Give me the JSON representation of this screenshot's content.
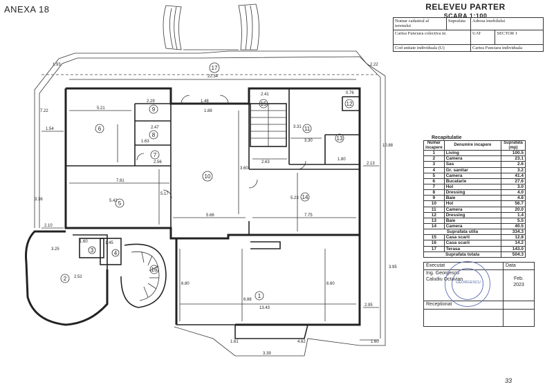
{
  "header": {
    "annex": "ANEXA 18",
    "title": "RELEVEU PARTER",
    "scale": "SCARA 1:100"
  },
  "cadastral_table": {
    "nr_cadastral": "Numar cadastral al terenului",
    "suprafata": "Suprafata",
    "adresa": "Adresa imobilului",
    "carte_funciara_colectiva": "Cartea Funciara colectiva nr.",
    "uat": "UAT",
    "uat_value": "SECTOR 1",
    "cod_unitate": "Cod unitate individuala (U)",
    "carte_funciara_individuala": "Cartea Funciara individuala"
  },
  "recap": {
    "title": "Recapitulatie",
    "headers": [
      "Numar incapere",
      "Denumire incapere",
      "Suprafata (mp)"
    ],
    "rows": [
      {
        "nr": "1",
        "name": "Living",
        "area": "100.5"
      },
      {
        "nr": "2",
        "name": "Camera",
        "area": "23.1"
      },
      {
        "nr": "3",
        "name": "Sas",
        "area": "2.6"
      },
      {
        "nr": "4",
        "name": "Gr. sanitar",
        "area": "3.2"
      },
      {
        "nr": "5",
        "name": "Camera",
        "area": "41.4"
      },
      {
        "nr": "6",
        "name": "Bucatarie",
        "area": "27.6"
      },
      {
        "nr": "7",
        "name": "Hol",
        "area": "3.0"
      },
      {
        "nr": "8",
        "name": "Dressing",
        "area": "4.0"
      },
      {
        "nr": "9",
        "name": "Baie",
        "area": "4.8"
      },
      {
        "nr": "10",
        "name": "Hol",
        "area": "56.7"
      },
      {
        "nr": "11",
        "name": "Camera",
        "area": "20.0"
      },
      {
        "nr": "12",
        "name": "Dressing",
        "area": "1.4"
      },
      {
        "nr": "13",
        "name": "Baie",
        "area": "5.5"
      },
      {
        "nr": "14",
        "name": "Camera",
        "area": "40.5"
      }
    ],
    "totals": [
      {
        "nr": "",
        "name": "Suprafata utila",
        "area": "334.3",
        "span": true
      },
      {
        "nr": "15",
        "name": "Casa scarii",
        "area": "12.8"
      },
      {
        "nr": "16",
        "name": "Casa scarii",
        "area": "14.2"
      },
      {
        "nr": "17",
        "name": "Terasa",
        "area": "143.0"
      },
      {
        "nr": "",
        "name": "Suprafata totala",
        "area": "504.3",
        "span": true
      }
    ]
  },
  "execution": {
    "executat_label": "Executat",
    "data_label": "Data",
    "author_line1": "Ing. Georgescu",
    "author_line2": "Caludiu Octavian",
    "date_line1": "Feb.",
    "date_line2": "2023",
    "receptionat_label": "Receptionat",
    "stamp_text": "GEORGESCU"
  },
  "rooms": {
    "r1": "1",
    "r2": "2",
    "r3": "3",
    "r4": "4",
    "r5": "5",
    "r6": "6",
    "r7": "7",
    "r8": "8",
    "r9": "9",
    "r10": "10",
    "r11": "11",
    "r12": "12",
    "r13": "13",
    "r14": "14",
    "r15": "15",
    "r16": "16",
    "r17": "17"
  },
  "dimensions": {
    "d_22_34": "22.34",
    "d_5_21": "5.21",
    "d_2_29": "2.29",
    "d_2_47": "2.47",
    "d_1_63": "1.63",
    "d_2_56": "2.56",
    "d_1_48": "1.48",
    "d_1_88": "1.88",
    "d_2_41": "2.41",
    "d_0_76": "0.76",
    "d_3_31": "3.31",
    "d_3_30": "3.30",
    "d_1_80": "1.80",
    "d_2_63": "2.63",
    "d_3_60": "3.60",
    "d_7_81": "7.81",
    "d_5_42": "5.42",
    "d_5_17": "5.17",
    "d_5_66": "5.66",
    "d_5_23": "5.23",
    "d_7_75": "7.75",
    "d_1_54": "1.54",
    "d_7_22": "7.22",
    "d_3_36": "3.36",
    "d_2_10": "2.10",
    "d_3_25": "3.25",
    "d_1_60a": "1.60",
    "d_1_45": "1.45",
    "d_2_52": "2.52",
    "d_6_80": "6.80",
    "d_6_88": "6.88",
    "d_6_60": "6.60",
    "d_13_43": "13.43",
    "d_2_95": "2.95",
    "d_3_39": "3.39",
    "d_1_60b": "1.60",
    "d_10_88": "10.88",
    "d_2_13": "2.13",
    "d_3_95": "3.95",
    "d_2_22": "2.22",
    "d_1_93": "1.93",
    "d_4_62": "4.62",
    "d_1_61": "1.61"
  },
  "page_number": "33"
}
